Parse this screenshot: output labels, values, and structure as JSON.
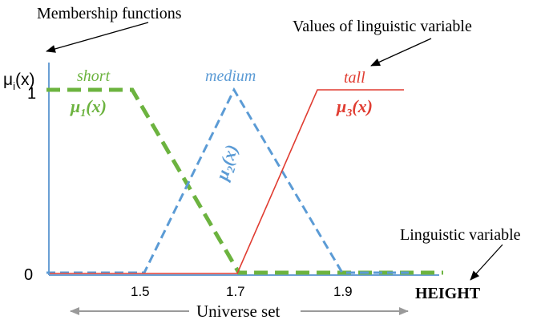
{
  "annotations": {
    "membership_functions": "Membership functions",
    "values_of_linguistic_variable": "Values of linguistic variable",
    "linguistic_variable": "Linguistic variable",
    "universe_set": "Universe set"
  },
  "axes": {
    "y_label_base": "μ",
    "y_label_sub": "i",
    "y_label_arg": "(x)",
    "y_tick_top": "1",
    "y_tick_zero": "0",
    "x_label": "HEIGHT",
    "x_ticks": [
      "1.5",
      "1.7",
      "1.9"
    ]
  },
  "sets": [
    {
      "name": "short",
      "mu_base": "μ",
      "mu_sub": "1",
      "mu_arg": "(x)",
      "color": "#6cb33f"
    },
    {
      "name": "medium",
      "mu_base": "μ",
      "mu_sub": "2",
      "mu_arg": "(x)",
      "color": "#5b9bd5"
    },
    {
      "name": "tall",
      "mu_base": "μ",
      "mu_sub": "3",
      "mu_arg": "(x)",
      "color": "#e03c31"
    }
  ],
  "colors": {
    "axis": "#6a9fd4",
    "arrow": "#000000",
    "universe_arrow": "#9a9a9a"
  }
}
